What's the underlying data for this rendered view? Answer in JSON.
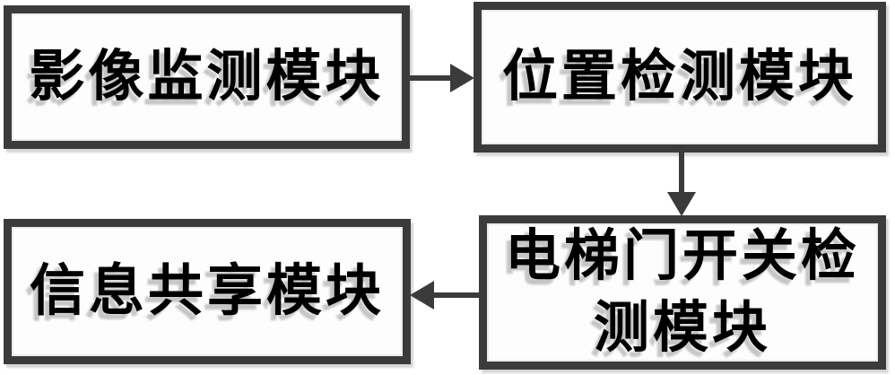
{
  "diagram": {
    "type": "flowchart",
    "background": "#ffffff"
  },
  "nodes": [
    {
      "id": "image-monitoring",
      "label": "影像监测模块"
    },
    {
      "id": "position-detection",
      "label": "位置检测模块"
    },
    {
      "id": "elevator-door-detection",
      "label": "电梯门开关检测模块",
      "lines": [
        "电梯门开关检",
        "测模块"
      ]
    },
    {
      "id": "information-sharing",
      "label": "信息共享模块"
    }
  ],
  "edges": [
    {
      "from": "image-monitoring",
      "to": "position-detection",
      "direction": "right"
    },
    {
      "from": "position-detection",
      "to": "elevator-door-detection",
      "direction": "down"
    },
    {
      "from": "elevator-door-detection",
      "to": "information-sharing",
      "direction": "left"
    }
  ],
  "colors": {
    "box_border": "#3b3b3b",
    "arrow": "#3b3b3b",
    "text": "#000000",
    "text_shadow": "#c6c6c6",
    "background": "#ffffff"
  }
}
